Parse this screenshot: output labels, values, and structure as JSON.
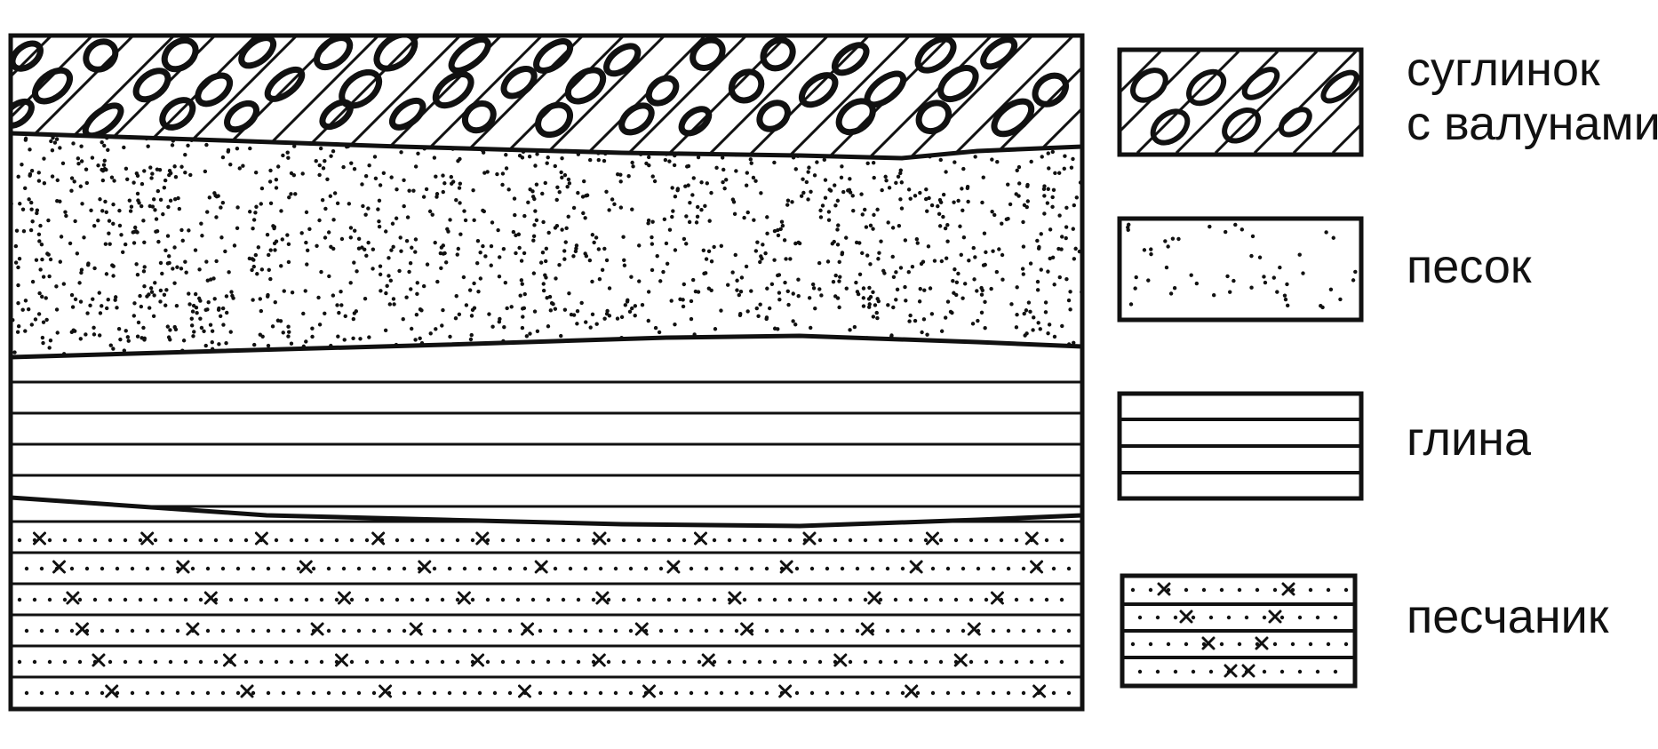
{
  "legend": {
    "items": [
      {
        "id": "loam",
        "label_lines": [
          "суглинок",
          "с валунами"
        ]
      },
      {
        "id": "sand",
        "label_lines": [
          "песок"
        ]
      },
      {
        "id": "clay",
        "label_lines": [
          "глина"
        ]
      },
      {
        "id": "sandstone",
        "label_lines": [
          "песчаник"
        ]
      }
    ]
  },
  "colors": {
    "ink": "#111111",
    "paper": "#ffffff"
  }
}
